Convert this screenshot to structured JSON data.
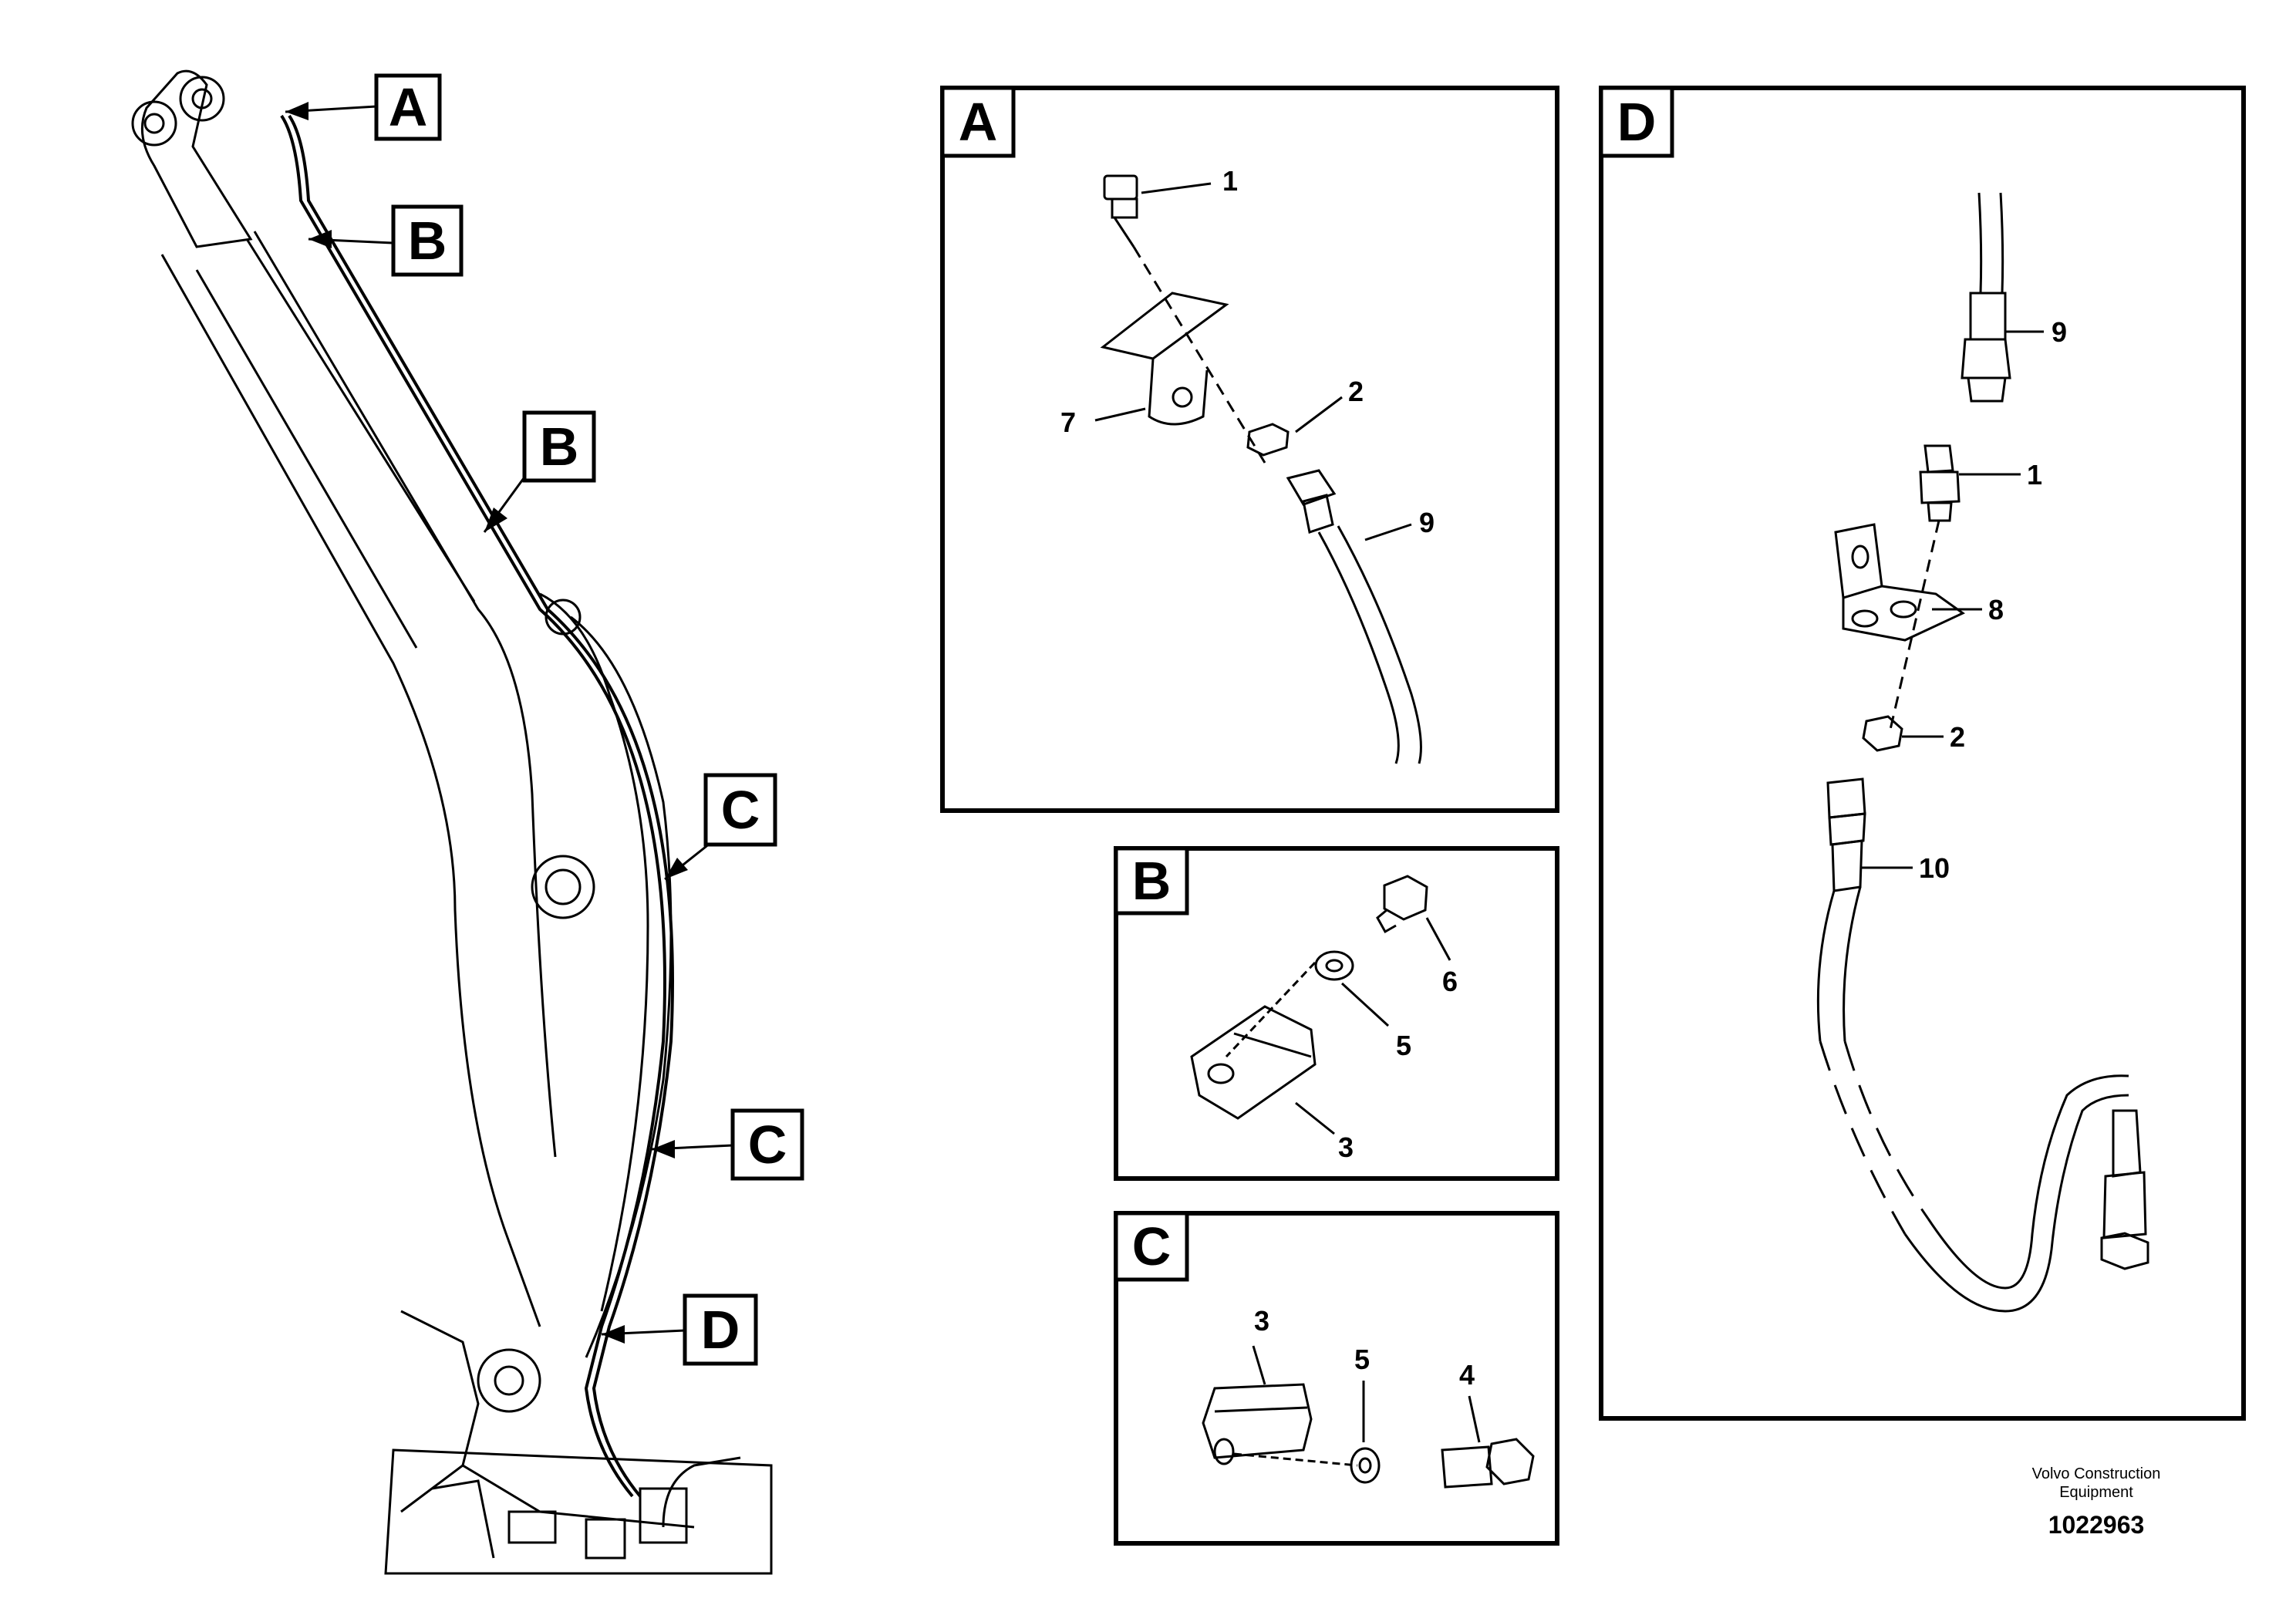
{
  "callouts": {
    "overview": [
      "A",
      "B",
      "B",
      "C",
      "C",
      "D"
    ]
  },
  "panels": {
    "A": {
      "title": "A",
      "items": [
        "1",
        "7",
        "2",
        "9"
      ]
    },
    "B": {
      "title": "B",
      "items": [
        "6",
        "5",
        "3"
      ]
    },
    "C": {
      "title": "C",
      "items": [
        "3",
        "5",
        "4"
      ]
    },
    "D": {
      "title": "D",
      "items": [
        "9",
        "1",
        "8",
        "2",
        "10"
      ]
    }
  },
  "footer": {
    "company_line1": "Volvo Construction",
    "company_line2": "Equipment",
    "doc_number": "1022963"
  }
}
